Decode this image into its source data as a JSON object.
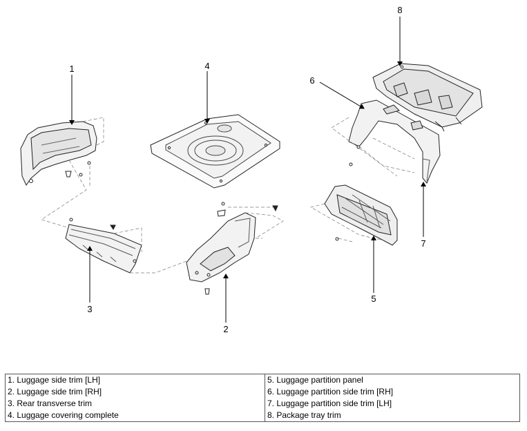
{
  "callouts": {
    "c1": "1",
    "c2": "2",
    "c3": "3",
    "c4": "4",
    "c5": "5",
    "c6": "6",
    "c7": "7",
    "c8": "8"
  },
  "legend": {
    "rows": [
      {
        "left": "1. Luggage side trim [LH]",
        "right": "5. Luggage partition panel"
      },
      {
        "left": "2. Luggage side trim [RH]",
        "right": "6. Luggage partition side trim [RH]"
      },
      {
        "left": "3. Rear transverse trim",
        "right": "7. Luggage partition side trim [LH]"
      },
      {
        "left": "4. Luggage covering complete",
        "right": "8. Package tray trim"
      }
    ]
  }
}
